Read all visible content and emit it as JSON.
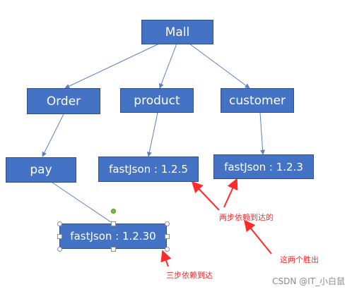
{
  "nodes": {
    "mall": "Mall",
    "order": "Order",
    "product": "product",
    "customer": "customer",
    "pay": "pay",
    "fastjson_125": "fastJson : 1.2.5",
    "fastjson_123": "fastJson : 1.2.3",
    "fastjson_1230": "fastJson : 1.2.30"
  },
  "annotations": {
    "two_step": "两步依赖到达的",
    "these_two_win": "这两个胜出",
    "three_step": "三步依赖到达"
  },
  "watermark": "CSDN @IT_小白鼠",
  "colors": {
    "box_fill": "#4472c4",
    "connector": "#5b7fc4",
    "annotation_arrow": "#ff2a2a"
  }
}
